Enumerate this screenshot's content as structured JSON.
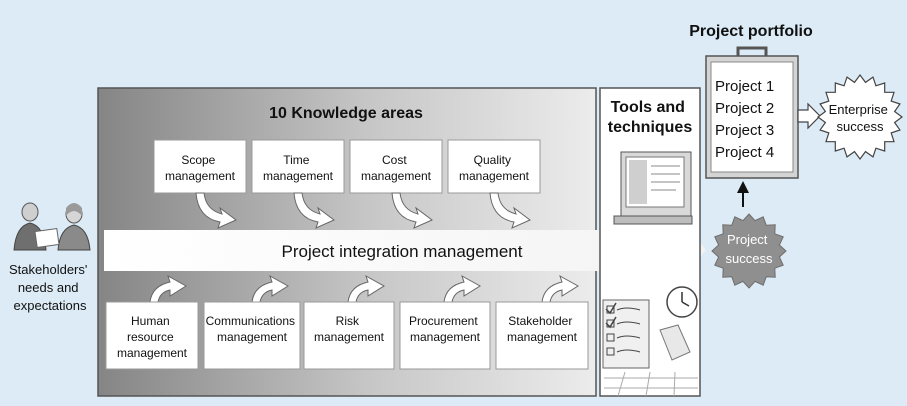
{
  "stakeholders": {
    "line1": "Stakeholders'",
    "line2": "needs and",
    "line3": "expectations"
  },
  "knowledge": {
    "title": "10 Knowledge areas",
    "top_areas": [
      [
        "Scope",
        "management"
      ],
      [
        "Time",
        "management"
      ],
      [
        "Cost",
        "management"
      ],
      [
        "Quality",
        "management"
      ]
    ],
    "bottom_areas": [
      [
        "Human",
        "resource",
        "management"
      ],
      [
        "Communications",
        "management"
      ],
      [
        "Risk",
        "management"
      ],
      [
        "Procurement",
        "management"
      ],
      [
        "Stakeholder",
        "management"
      ]
    ],
    "integration": "Project integration management"
  },
  "tools": {
    "line1": "Tools and",
    "line2": "techniques"
  },
  "portfolio": {
    "title": "Project portfolio",
    "projects": [
      "Project 1",
      "Project 2",
      "Project 3",
      "Project 4"
    ]
  },
  "enterprise": {
    "line1": "Enterprise",
    "line2": "success"
  },
  "project_success": {
    "line1": "Project",
    "line2": "success"
  },
  "colors": {
    "background": "#dcebf5",
    "panel_dark": "#8c8c8c",
    "panel_light": "#e6e6e6",
    "badge": "#8f8f8f",
    "box": "#ffffff"
  }
}
